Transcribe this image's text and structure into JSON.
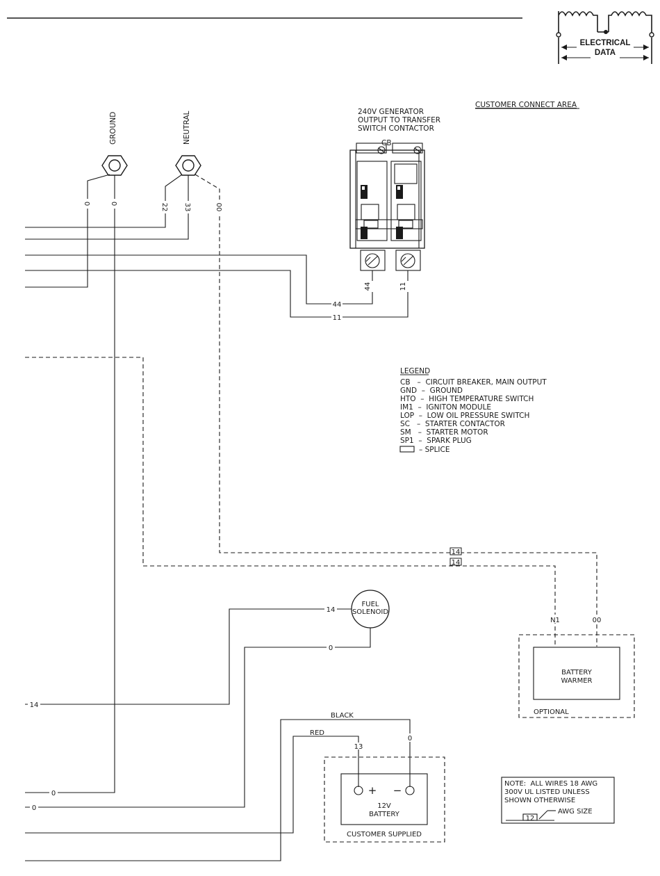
{
  "header": {
    "logo_line1": "ELECTRICAL",
    "logo_line2": "DATA"
  },
  "terminals": {
    "ground": "GROUND",
    "neutral": "NEUTRAL"
  },
  "generator_output": {
    "line1": "240V GENERATOR",
    "line2": "OUTPUT TO TRANSFER",
    "line3": "SWITCH CONTACTOR",
    "breaker_label": "CB"
  },
  "customer_connect_area": "CUSTOMER CONNECT AREA",
  "legend": {
    "title": "LEGEND",
    "items": [
      "CB   –  CIRCUIT BREAKER, MAIN OUTPUT",
      "GND  –  GROUND",
      "HTO  –  HIGH TEMPERATURE SWITCH",
      "IM1  –  IGNITON MODULE",
      "LOP  –  LOW OIL PRESSURE SWITCH",
      "SC   –  STARTER CONTACTOR",
      "SM   –  STARTER MOTOR",
      "SP1  –  SPARK PLUG"
    ],
    "splice": "–  SPLICE"
  },
  "wire_labels": {
    "ground_0a": "0",
    "ground_0b": "0",
    "neutral_22": "22",
    "neutral_33": "33",
    "neutral_00": "00",
    "cb_44_vert": "44",
    "cb_11_vert": "11",
    "cb_44": "44",
    "cb_11": "11",
    "w14_top": "14",
    "w14_bottom": "14",
    "warmer_n1": "N1",
    "warmer_00": "00",
    "solenoid_14": "14",
    "solenoid_0": "0",
    "left_14": "14",
    "left_0_a": "0",
    "left_0_b": "0",
    "black": "BLACK",
    "red": "RED",
    "battery_13": "13",
    "battery_0": "0"
  },
  "fuel_solenoid": {
    "line1": "FUEL",
    "line2": "SOLENOID"
  },
  "battery_warmer": {
    "line1": "BATTERY",
    "line2": "WARMER",
    "tag": "OPTIONAL"
  },
  "battery": {
    "plus": "+",
    "minus": "−",
    "line1": "12V",
    "line2": "BATTERY",
    "tag": "CUSTOMER SUPPLIED"
  },
  "note": {
    "line1": "NOTE:  ALL WIRES 18 AWG",
    "line2": "300V UL LISTED UNLESS",
    "line3": "SHOWN OTHERWISE",
    "sample": "12",
    "awg": "AWG SIZE"
  }
}
